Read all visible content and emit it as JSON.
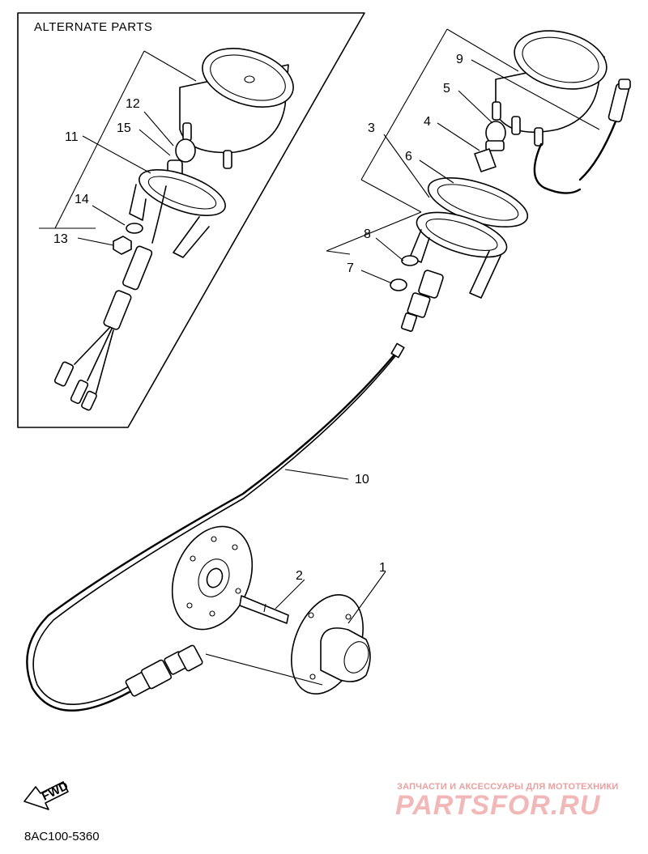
{
  "header": {
    "alternate_parts": "ALTERNATE PARTS"
  },
  "callouts": {
    "n1": "1",
    "n2": "2",
    "n3": "3",
    "n4": "4",
    "n5": "5",
    "n6": "6",
    "n7": "7",
    "n8": "8",
    "n9": "9",
    "n10": "10",
    "n11": "11",
    "n12": "12",
    "n13": "13",
    "n14": "14",
    "n15": "15"
  },
  "fwd_label": "FWD",
  "diagram_code": "8AC100-5360",
  "watermark": {
    "tagline": "ЗАПЧАСТИ И АКСЕССУАРЫ ДЛЯ МОТОТЕХНИКИ",
    "brand": "PARTSFOR.RU"
  }
}
